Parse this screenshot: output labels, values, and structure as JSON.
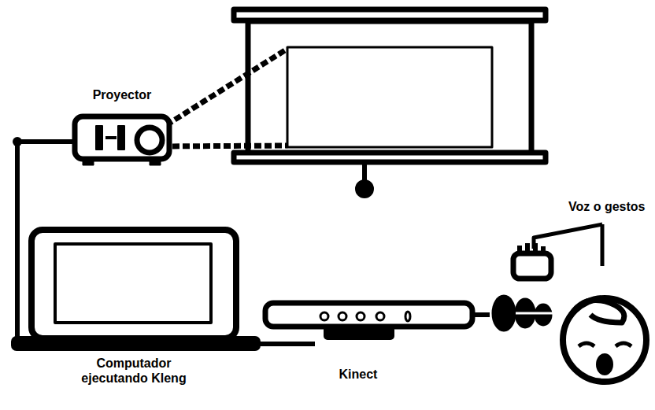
{
  "diagram": {
    "nodes": [
      {
        "text": [
          "Proyector"
        ]
      },
      {
        "text": [
          "Computador ejecutando Kleng"
        ]
      },
      {
        "text": [
          "Kinect"
        ]
      }
    ],
    "edges": [
      {
        "from": 0,
        "to": 1,
        "arrow": "none"
      },
      {
        "from": 1,
        "to": 2,
        "arrow": "none"
      }
    ],
    "labels": [
      "Voz o gestos"
    ]
  }
}
